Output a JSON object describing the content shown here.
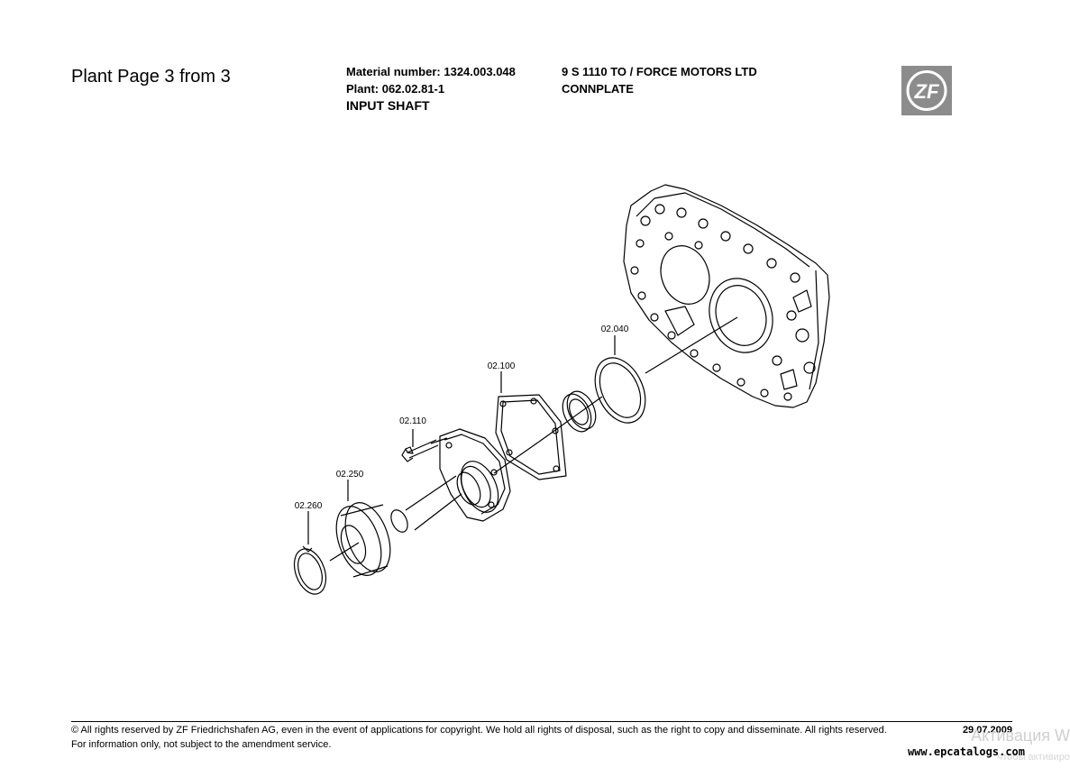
{
  "header": {
    "plant_page": "Plant Page 3 from 3",
    "material_number": "Material number: 1324.003.048",
    "plant": "Plant: 062.02.81-1",
    "assembly": "INPUT SHAFT",
    "model": "9 S 1110 TO / FORCE MOTORS LTD",
    "group": "CONNPLATE",
    "logo_text": "ZF"
  },
  "callouts": {
    "p02040": "02.040",
    "p02100": "02.100",
    "p02110": "02.110",
    "p02250": "02.250",
    "p02260": "02.260"
  },
  "footer": {
    "copyright": "© All rights reserved by ZF Friedrichshafen AG, even in the event of applications for copyright. We hold all rights of disposal, such as the right to copy and disseminate. All rights reserved.",
    "note": "For information only, not subject to the amendment service.",
    "date": "29.07.2009",
    "website": "www.epcatalogs.com"
  },
  "overlay": {
    "watermark_line1": "Активация W",
    "watermark_line2": "чтобы активиро"
  }
}
